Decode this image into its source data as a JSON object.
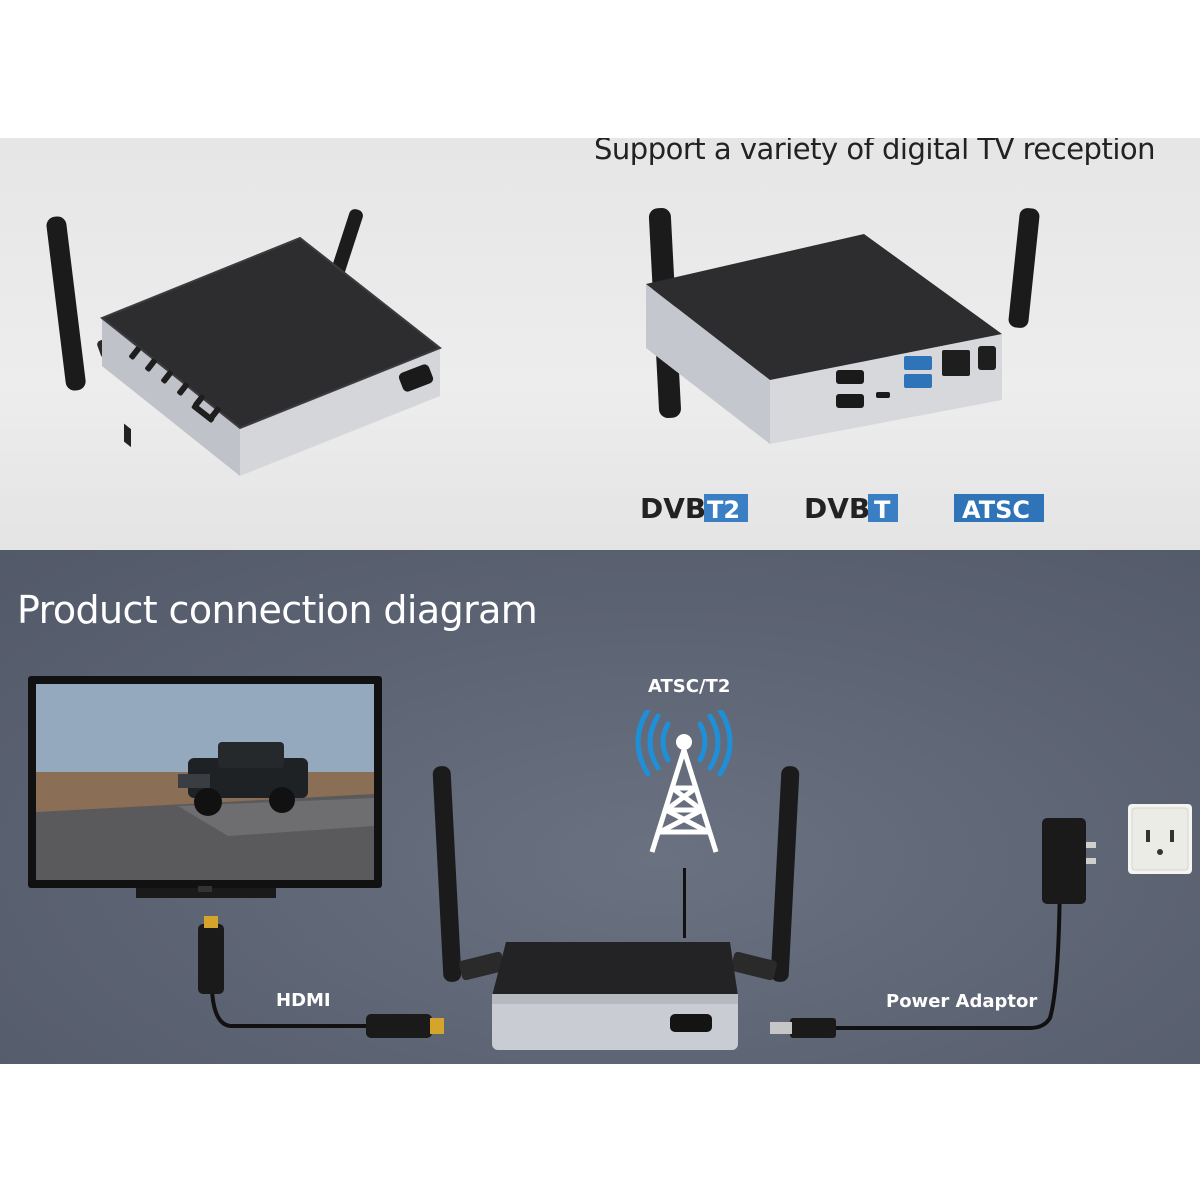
{
  "top_section": {
    "heading": "Support a variety of digital TV reception",
    "logos": [
      {
        "main": "DVB",
        "suffix": "T2"
      },
      {
        "main": "DVB",
        "suffix": "T"
      },
      {
        "main": "ATSC"
      }
    ]
  },
  "bottom_section": {
    "title": "Product connection diagram",
    "signal_label": "ATSC/T2",
    "hdmi_label": "HDMI",
    "power_label": "Power Adaptor"
  },
  "colors": {
    "band_top": "#e8e8e8",
    "band_bottom": "#5e6575",
    "device_top": "#2b2b2d",
    "device_side": "#c9ccd2",
    "dvb_blue": "#3a7fc4",
    "atsc_blue": "#2f73b8",
    "signal_blue": "#1f8fd8"
  },
  "icons": [
    "tv-box-device",
    "antenna",
    "broadcast-tower-icon",
    "hdmi-cable",
    "power-adapter",
    "wall-outlet",
    "television"
  ]
}
